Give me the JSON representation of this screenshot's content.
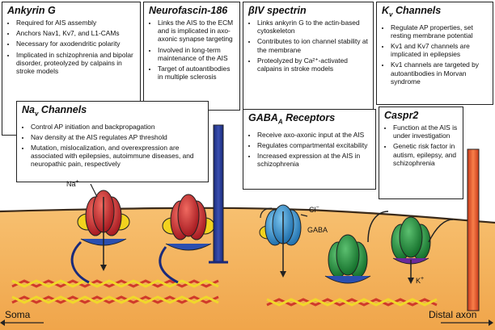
{
  "panels": {
    "ankyrin": {
      "title_main": "Ankyrin G",
      "items": [
        "Required for AIS assembly",
        "Anchors Nav1, Kv7, and L1-CAMs",
        "Necessary for axodendritic polarity",
        "Implicated in schizophrenia and bipolar disorder, proteolyzed by calpains in stroke models"
      ]
    },
    "neurofascin": {
      "title_main": "Neurofascin-186",
      "items": [
        "Links the AIS to the ECM and is implicated in axo-axonic synapse targeting",
        "Involved in long-term maintenance of the AIS",
        "Target of autoantibodies in multiple sclerosis"
      ]
    },
    "spectrin": {
      "title_main": "βIV spectrin",
      "items": [
        "Links ankyrin G to the actin-based cytoskeleton",
        "Contributes to ion channel stability at the membrane",
        "Proteolyzed by Ca²⁺-activated calpains in stroke models"
      ]
    },
    "kv": {
      "title_main": "K",
      "title_sub": "v",
      "title_rest": " Channels",
      "items": [
        "Regulate AP properties, set resting membrane potential",
        "Kv1 and Kv7 channels are implicated in epilepsies",
        "Kv1 channels are targeted by autoantibodies in Morvan syndrome"
      ]
    },
    "nav": {
      "title_main": "Na",
      "title_sub": "v",
      "title_rest": " Channels",
      "items": [
        "Control AP initiation and backpropagation",
        "Nav density at the AIS regulates AP threshold",
        "Mutation, mislocalization, and overexpression are associated with epilepsies, autoimmune diseases, and neuropathic pain, respectively"
      ]
    },
    "gaba": {
      "title_main": "GABA",
      "title_sub": "A",
      "title_rest": " Receptors",
      "items": [
        "Receive axo-axonic input at the AIS",
        "Regulates compartmental excitability",
        "Increased expression at the AIS in schizophrenia"
      ]
    },
    "caspr2": {
      "title_main": "Caspr2",
      "items": [
        "Function at the AIS is under investigation",
        "Genetic risk factor in autism, epilepsy, and schizophrenia"
      ]
    }
  },
  "labels": {
    "na_ion": "Na",
    "na_sup": "+",
    "cl_ion": "Cl",
    "cl_sup": "−",
    "gaba": "GABA",
    "k_ion": "K",
    "k_sup": "+",
    "soma": "Soma",
    "distal": "Distal axon"
  },
  "colors": {
    "cytoplasm": "#f0a54a",
    "membrane": "#3a2a1a",
    "nav_channel": "#c8202a",
    "nav_accent": "#f2d21e",
    "neurofascin": "#1f2f8f",
    "gaba_receptor": "#2f8fd0",
    "kv_channel": "#1f8f3a",
    "kv_accent": "#6a2a9a",
    "caspr2": "#e8562a",
    "ankyrin": "#2a4fb0",
    "spectrin_red": "#d03a2a",
    "spectrin_yellow": "#f0d82a"
  }
}
